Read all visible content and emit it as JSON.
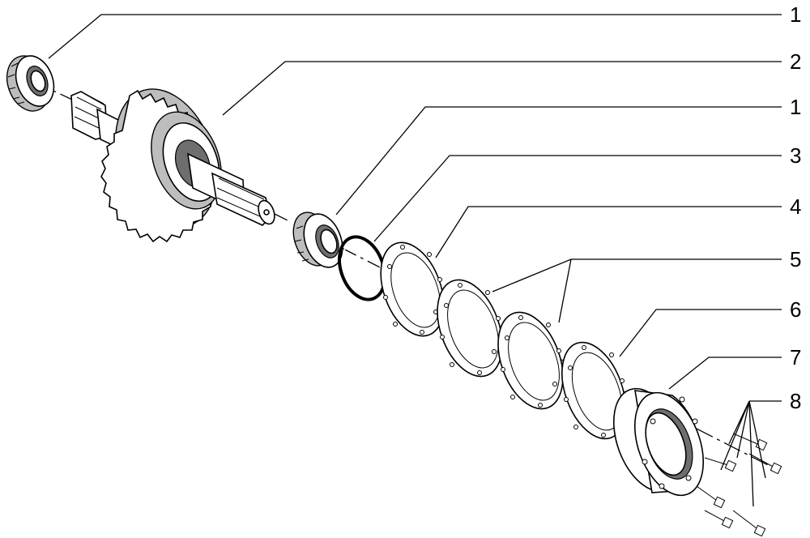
{
  "callouts": [
    {
      "id": "1a",
      "label": "1"
    },
    {
      "id": "2",
      "label": "2"
    },
    {
      "id": "1b",
      "label": "1"
    },
    {
      "id": "3",
      "label": "3"
    },
    {
      "id": "4",
      "label": "4"
    },
    {
      "id": "5",
      "label": "5"
    },
    {
      "id": "6",
      "label": "6"
    },
    {
      "id": "7",
      "label": "7"
    },
    {
      "id": "8",
      "label": "8"
    }
  ]
}
